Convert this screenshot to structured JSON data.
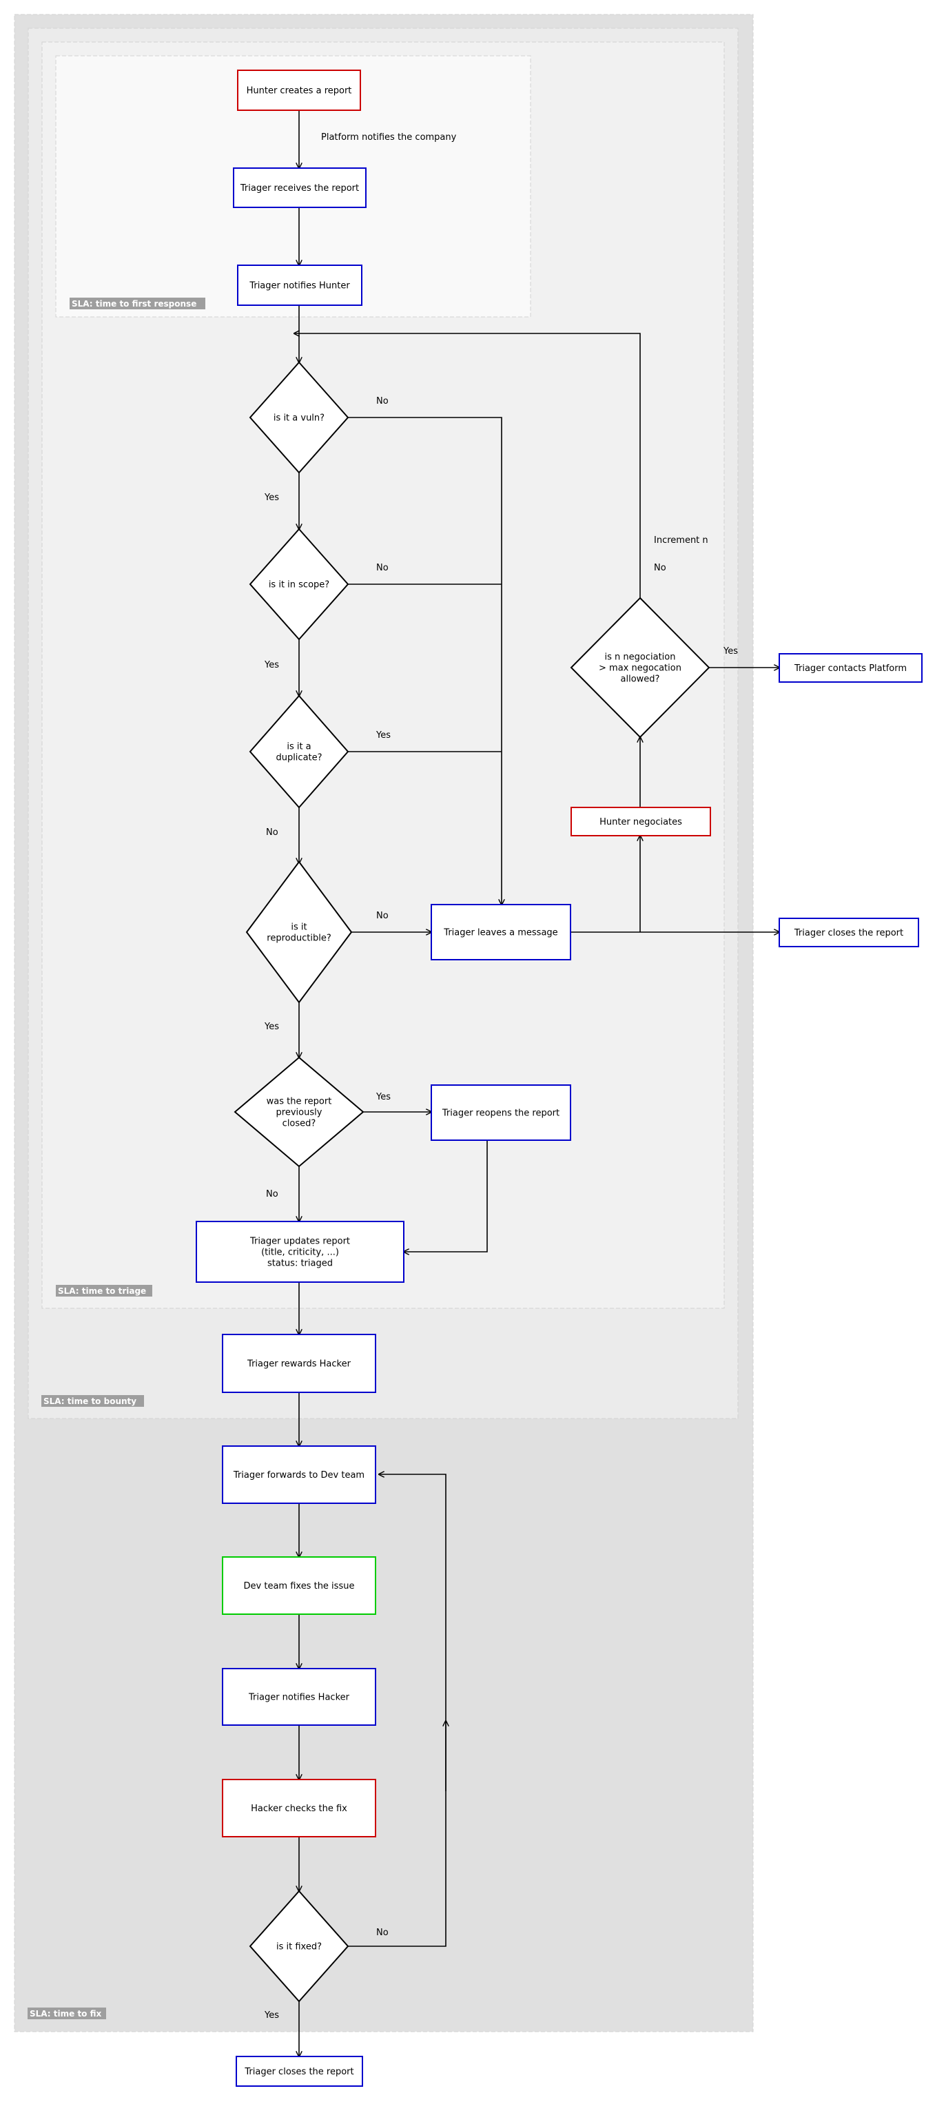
{
  "colors": {
    "blue": "#0000cc",
    "red": "#cc0000",
    "green": "#00cc00",
    "zone_fix": "#e0e0e0",
    "zone_bounty": "#ebebeb",
    "zone_triage": "#f1f1f1",
    "zone_first_response": "#f9f9f9",
    "zone_border": "#d2d2d2",
    "sla_label_bg": "#9e9e9e"
  },
  "zones": {
    "fix": "SLA: time to fix",
    "bounty": "SLA: time to bounty",
    "triage": "SLA: time to triage",
    "first_response": "SLA: time to first response"
  },
  "nodes": {
    "hunter_creates": [
      "Hunter creates a report"
    ],
    "triager_receives": [
      "Triager receives the report"
    ],
    "triager_notifies_hunter": [
      "Triager notifies Hunter"
    ],
    "is_vuln": [
      "is it a vuln?"
    ],
    "in_scope": [
      "is it in scope?"
    ],
    "duplicate": [
      "is it a",
      "duplicate?"
    ],
    "reproducible": [
      "is it",
      "reproductible?"
    ],
    "prev_closed": [
      "was the report",
      "previously",
      "closed?"
    ],
    "leaves_message": [
      "Triager leaves a message"
    ],
    "reopens": [
      "Triager reopens the report"
    ],
    "updates": [
      "Triager updates report",
      "(title, criticity, ...)",
      "status: triaged"
    ],
    "rewards": [
      "Triager rewards Hacker"
    ],
    "forwards": [
      "Triager forwards to Dev team"
    ],
    "dev_fixes": [
      "Dev team fixes the issue"
    ],
    "notifies_hacker": [
      "Triager notifies Hacker"
    ],
    "hacker_checks": [
      "Hacker checks the fix"
    ],
    "is_fixed": [
      "is it fixed?"
    ],
    "closes_bottom": [
      "Triager closes the report"
    ],
    "hunter_negociates": [
      "Hunter negociates"
    ],
    "negociation_check": [
      "is n negociation",
      "> max negocation",
      "allowed?"
    ],
    "contacts_platform": [
      "Triager contacts Platform"
    ],
    "closes_right": [
      "Triager closes the report"
    ]
  },
  "edge_labels": {
    "platform_notifies": "Platform notifies the company",
    "vuln_no": "No",
    "vuln_yes": "Yes",
    "scope_no": "No",
    "scope_yes": "Yes",
    "dup_yes": "Yes",
    "dup_no": "No",
    "repro_no": "No",
    "repro_yes": "Yes",
    "closed_yes": "Yes",
    "closed_no": "No",
    "increment": "Increment n",
    "nego_no": "No",
    "nego_yes": "Yes",
    "fixed_no": "No",
    "fixed_yes": "Yes"
  }
}
